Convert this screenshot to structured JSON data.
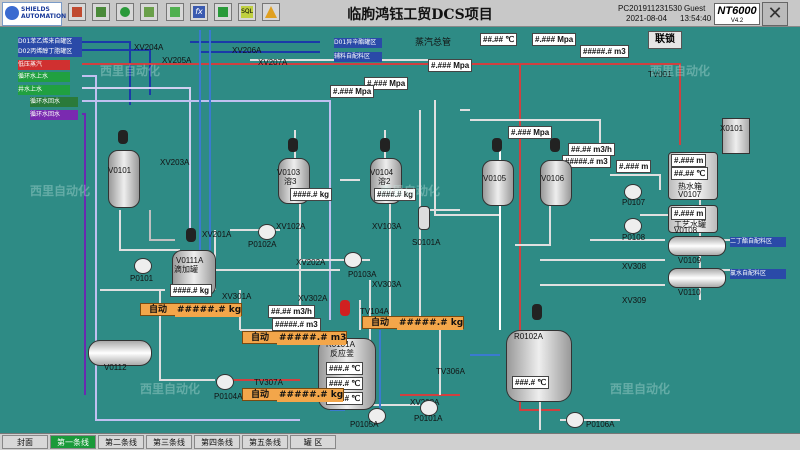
{
  "header": {
    "title": "临朐鸿钰工贸DCS项目",
    "logo_line1": "SHIELDS",
    "logo_line2": "AUTOMATION",
    "pc_id": "PC201911231530",
    "date": "2021-08-04",
    "user": "Guest",
    "time": "13:54:40",
    "brand": "NT6000",
    "brand_ver": "V4.2",
    "close_glyph": "✕"
  },
  "interlock_label": "联锁",
  "steam_label": "蒸汽总管",
  "left_tags": [
    "D01苯乙烯来自罐区",
    "D02丙烯醇丁脂罐区",
    "低压蒸汽",
    "循环水上水",
    "井水上水",
    "循环水回水",
    "循环水回水"
  ],
  "right_tags": [
    "D01异辛酯罐区",
    "辅料自配料区",
    "二丁酯自配料区",
    "氯水自配料区"
  ],
  "equipment": {
    "v0101": "V0101",
    "v0103": "V0103",
    "v0103s": "溶3",
    "v0104": "V0104",
    "v0104s": "溶2",
    "v0111": "V0111A",
    "v0111s": "滴加罐",
    "r0101": "R0101A",
    "r0101s": "反应釜",
    "r0102": "R0102A",
    "v0105": "V0105",
    "v0106": "V0106",
    "v0107": "V0107",
    "v0107s": "热水箱",
    "v0108": "V0108",
    "v0108s": "工艺水罐",
    "v0109": "V0109",
    "v0110": "V0110",
    "x0101": "X0101",
    "v0112": "V0112",
    "s0101": "S0101A"
  },
  "valves": [
    "XV204A",
    "XV205A",
    "XV206A",
    "XV207A",
    "XV203A",
    "XV201A",
    "XV102A",
    "XV103A",
    "XV202A",
    "XV301A",
    "XV302A",
    "XV303A",
    "TV104A",
    "TV307A",
    "XV208A",
    "TV306A",
    "XV308",
    "XV309",
    "TV001"
  ],
  "pumps": [
    "P0102A",
    "P0103A",
    "P0104A",
    "P0105A",
    "P0101A",
    "P0106A",
    "P0107",
    "P0108",
    "P0101"
  ],
  "readouts": {
    "steam_temp": "##.## ℃",
    "steam_pres": "#.### Mpa",
    "steam_flow": "#####.# m3",
    "p1": "#.### Mpa",
    "p2": "#.### Mpa",
    "p3": "#.### Mpa",
    "p4": "#.### Mpa",
    "flow1": "##.## m3/h",
    "flow2": "#####.# m3",
    "level1": "#.### m",
    "hw_level": "#.### m",
    "hw_temp": "##.## ℃",
    "pw_level": "#.### m",
    "v0103_kg": "####.# kg",
    "v0104_kg": "####.# kg",
    "v0111_kg": "####.# kg",
    "r_flow": "##.## m3/h",
    "r_tot": "#####.# m3",
    "r_tot2": "#####.# m3",
    "r_t1": "###.# ℃",
    "r_t2": "###.# ℃",
    "r_t3": "###.# ℃",
    "r0102_t": "###.# ℃"
  },
  "auto_boxes": [
    {
      "mode": "自动",
      "value": "#####.# kg"
    },
    {
      "mode": "自动",
      "value": "#####.# m3"
    },
    {
      "mode": "自动",
      "value": "#####.# kg"
    },
    {
      "mode": "自动",
      "value": "#####.# kg"
    }
  ],
  "watermark": "西里自动化",
  "nav": [
    "封面",
    "第一条线",
    "第二条线",
    "第三条线",
    "第四条线",
    "第五条线",
    "罐 区"
  ],
  "colors": {
    "bg": "#2e8b85",
    "nav_active": "#1a9a3a",
    "auto_box": "#f3a64a"
  }
}
